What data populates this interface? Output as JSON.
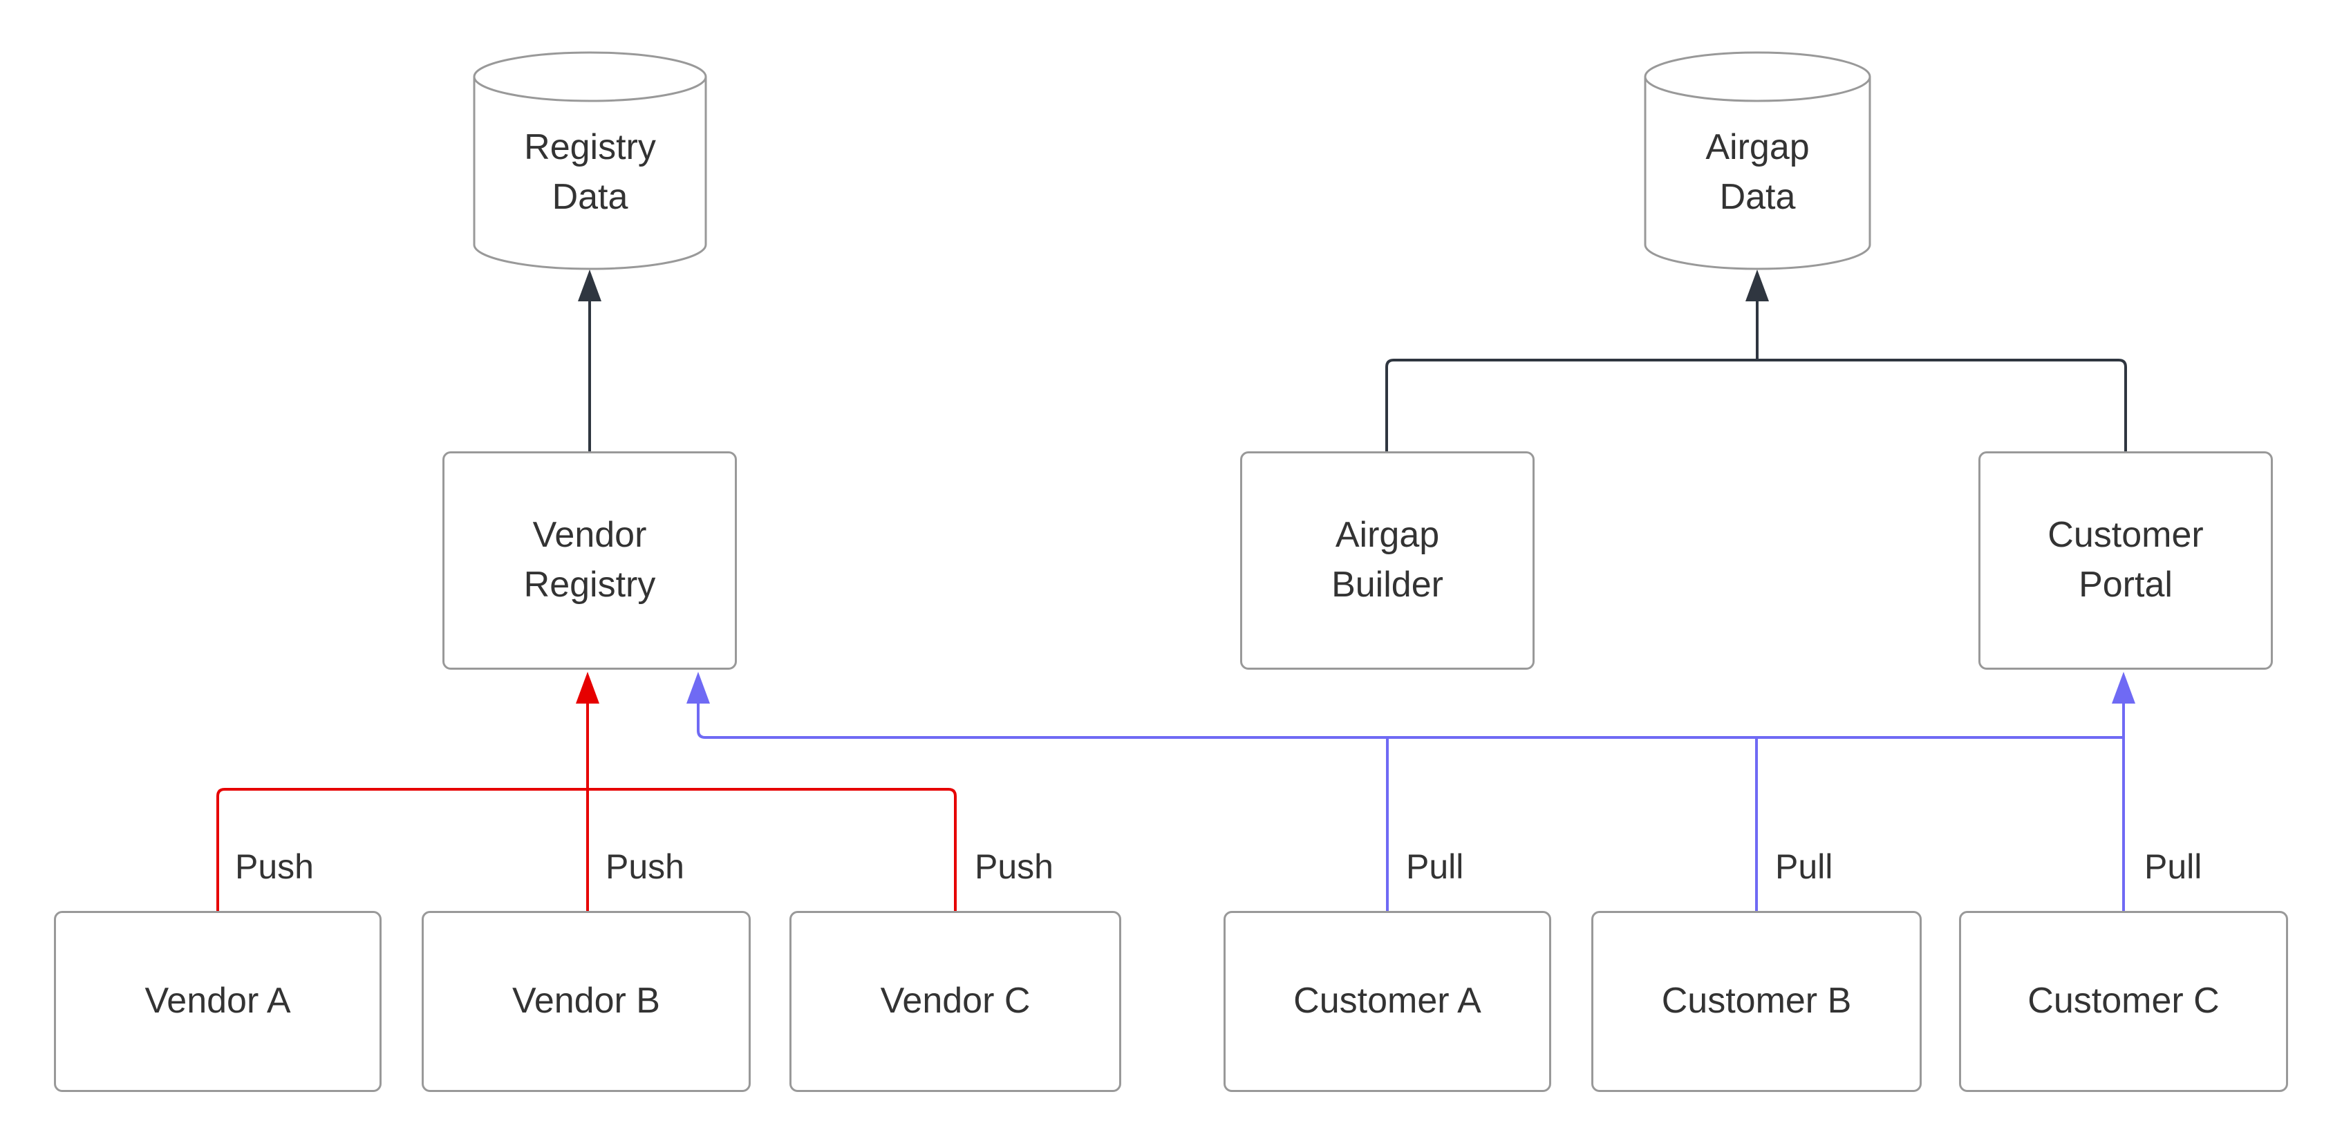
{
  "colors": {
    "flow": "#2f3640",
    "push": "#e60000",
    "pull": "#6f6af4",
    "node_border": "#999999",
    "node_text": "#333333"
  },
  "nodes": {
    "registry_data": {
      "line1": "Registry",
      "line2": "Data"
    },
    "airgap_data": {
      "line1": "Airgap",
      "line2": "Data"
    },
    "vendor_registry": {
      "line1": "Vendor",
      "line2": "Registry"
    },
    "airgap_builder": {
      "line1": "Airgap",
      "line2": "Builder"
    },
    "customer_portal": {
      "line1": "Customer",
      "line2": "Portal"
    },
    "vendor_a": {
      "label": "Vendor A"
    },
    "vendor_b": {
      "label": "Vendor B"
    },
    "vendor_c": {
      "label": "Vendor C"
    },
    "customer_a": {
      "label": "Customer A"
    },
    "customer_b": {
      "label": "Customer B"
    },
    "customer_c": {
      "label": "Customer C"
    }
  },
  "edge_labels": {
    "push_a": "Push",
    "push_b": "Push",
    "push_c": "Push",
    "pull_a": "Pull",
    "pull_b": "Pull",
    "pull_c": "Pull"
  }
}
